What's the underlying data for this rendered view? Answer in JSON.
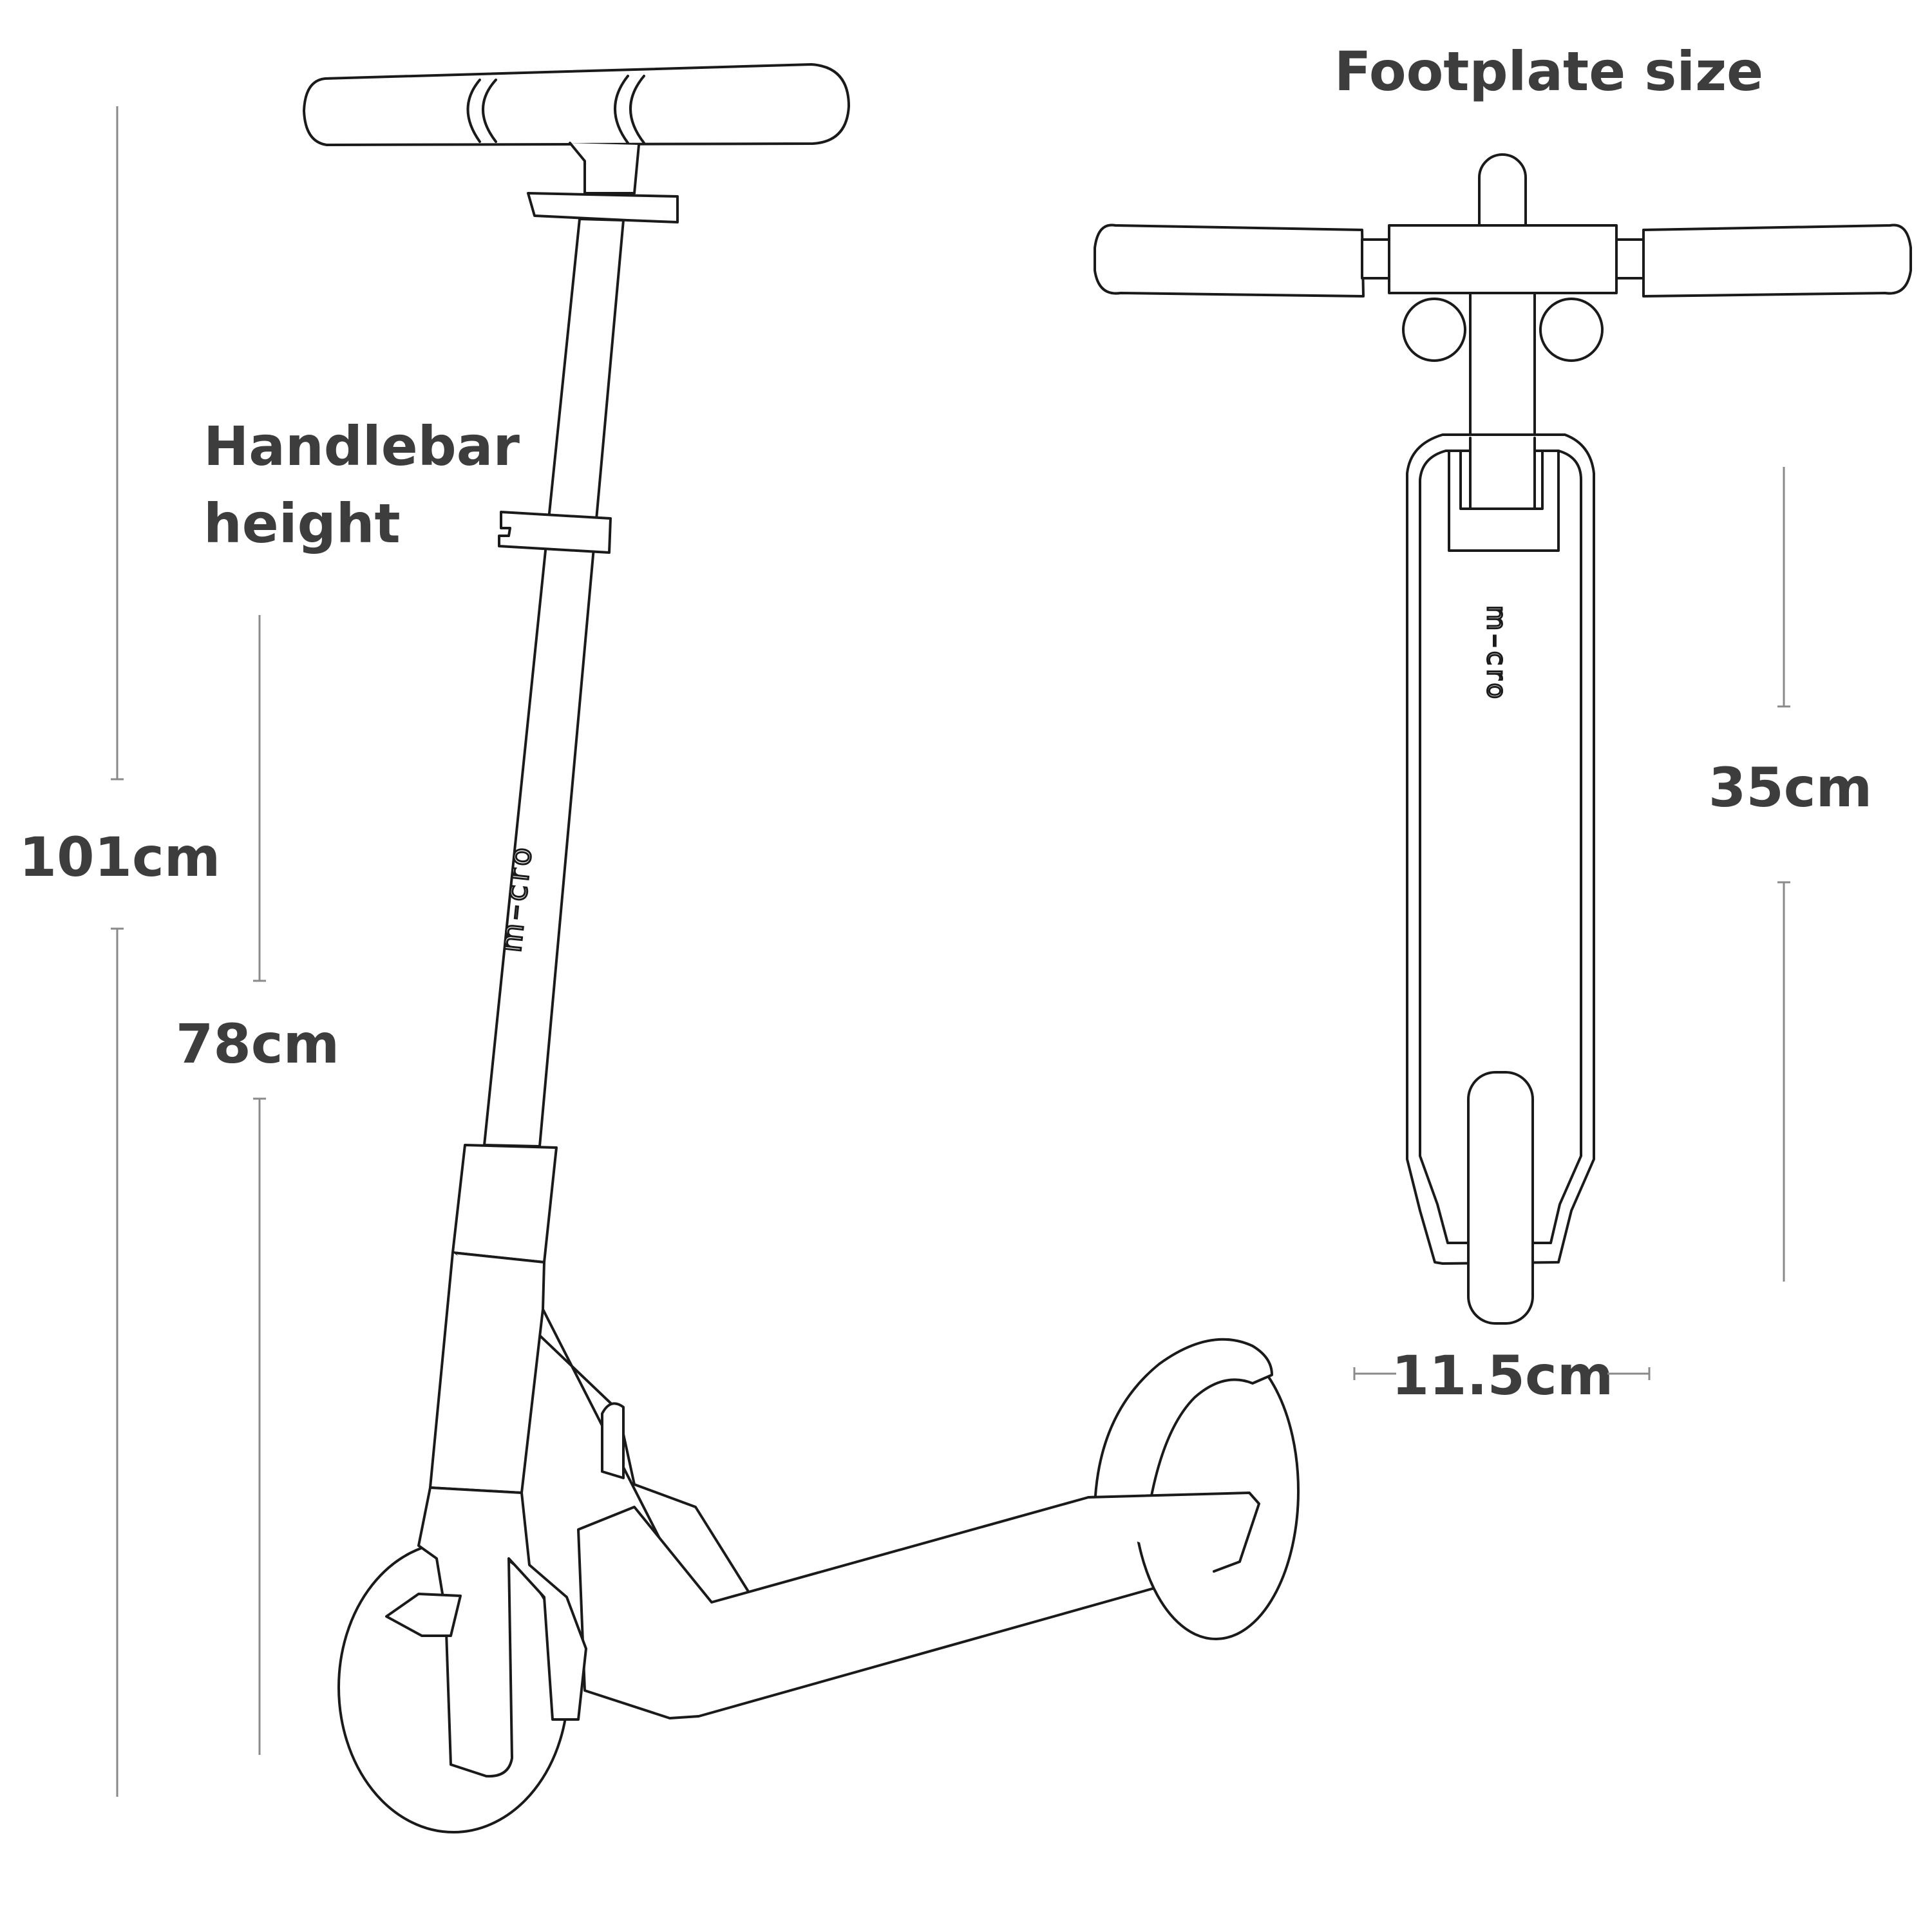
{
  "labels": {
    "footplate_title": "Footplate size",
    "handlebar_line1": "Handlebar",
    "handlebar_line2": "height",
    "total_height": "101cm",
    "min_height": "78cm",
    "deck_length": "35cm",
    "deck_width": "11.5cm"
  },
  "brand": {
    "logo_text": "m–cro"
  },
  "colors": {
    "text": "#3d3d3d",
    "outline": "#1a1a1a",
    "dimension_line": "#8a8a8a",
    "background": "#ffffff"
  }
}
